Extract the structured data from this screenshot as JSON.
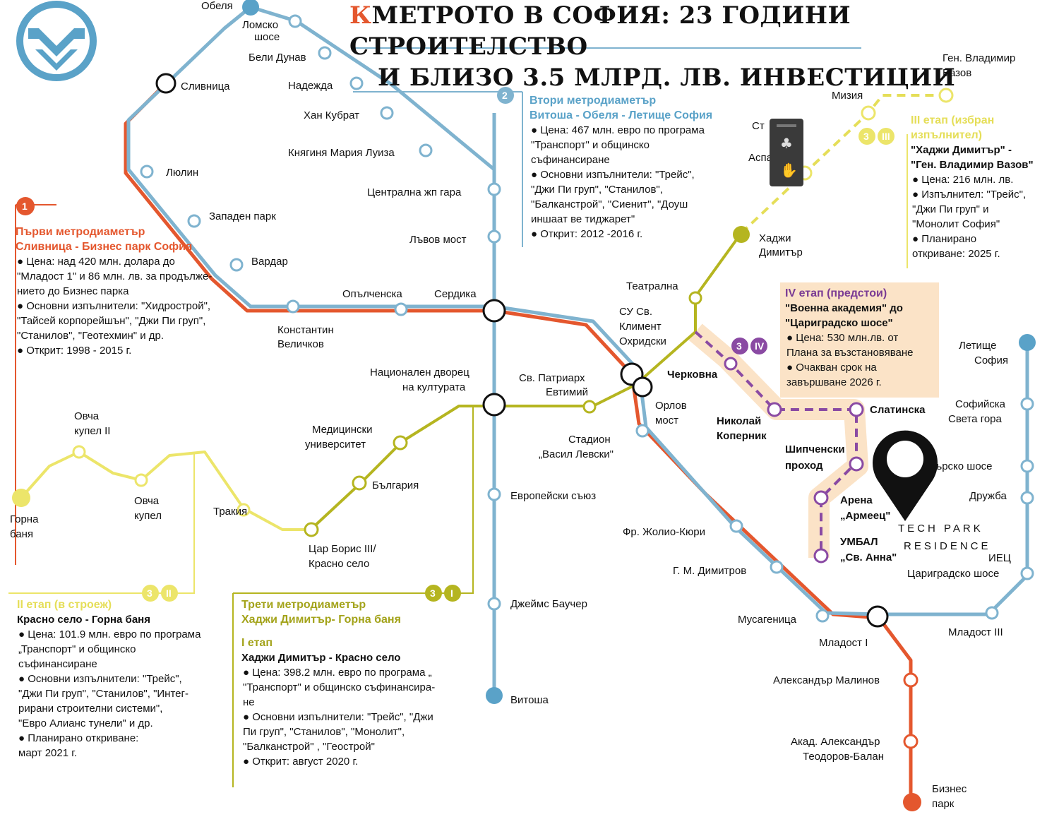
{
  "title": {
    "prefix": "К",
    "line1": "МЕТРОТО В СОФИЯ: 23 ГОДИНИ СТРОИТЕЛСТВО",
    "line2": "И БЛИЗО 3.5 МЛРД. ЛВ. ИНВЕСТИЦИИ"
  },
  "colors": {
    "line1": "#e4572e",
    "line2": "#7fb3cf",
    "line3": "#b5b520",
    "line3_stage2": "#ece56a",
    "line3_stage4": "#8a4aa3",
    "stage4_bg": "#fbe3c7"
  },
  "logo": {
    "icon": "metro-logo-icon"
  },
  "line1_info": {
    "badge": "1",
    "heading": "Първи метродиаметър",
    "route": "Сливница - Бизнес парк София",
    "bullets": [
      "● Цена: над 420 млн. долара до",
      "\"Младост 1\" и 86 млн. лв. за продълже-",
      "нието до Бизнес парка",
      "● Основни изпълнители: \"Хидрострой\",",
      "\"Тайсей корпорейшън\", \"Джи Пи груп\",",
      "\"Станилов\", \"Геотехмин\" и др.",
      "● Открит: 1998 - 2015 г."
    ]
  },
  "line2_info": {
    "badge": "2",
    "heading": "Втори метродиаметър",
    "route": "Витоша - Обеля - Летище София",
    "bullets": [
      "● Цена: 467 млн. евро по програма",
      "\"Транспорт\" и общинско",
      "съфинансиране",
      "● Основни изпълнители: \"Трейс\",",
      "\"Джи Пи груп\", \"Станилов\",",
      "\"Балканстрой\", \"Сиенит\", \"Доуш",
      "иншаат ве тиджарет\"",
      "● Открит: 2012 -2016 г."
    ]
  },
  "line3_stage3_info": {
    "badge": "3 III",
    "heading": "III етап (избран",
    "heading2": "изпълнител)",
    "route": "\"Хаджи Димитър\" -",
    "route2": "\"Ген. Владимир Вазов\"",
    "bullets": [
      "● Цена: 216 млн. лв.",
      "● Изпълнител: \"Трейс\",",
      "\"Джи Пи груп\" и",
      "\"Монолит София\"",
      "● Планирано",
      "откриване: 2025 г."
    ]
  },
  "line3_stage4_info": {
    "badge": "3 IV",
    "heading": "IV етап (предстои)",
    "route": "\"Военна академия\" до",
    "route2": "\"Цариградско шосе\"",
    "bullets": [
      "● Цена: 530 млн.лв. от",
      "Плана за възстановяване",
      "● Очакван срок на",
      "завършване 2026 г."
    ]
  },
  "line3_stage2_info": {
    "badge": "3 II",
    "heading": "II етап (в строеж)",
    "route": "Красно село - Горна баня",
    "bullets": [
      "● Цена: 101.9 млн. евро по програма",
      "„Транспорт\" и общинско",
      "съфинансиране",
      "● Основни изпълнители: \"Трейс\",",
      "\"Джи Пи груп\", \"Станилов\", \"Интег-",
      "рирани строителни системи\",",
      "\"Евро Алианс тунели\" и др.",
      "● Планирано откриване:",
      "март 2021 г."
    ]
  },
  "line3_info": {
    "badge": "3 I",
    "heading": "Трети метродиаметър",
    "route": "Хаджи Димитър- Горна баня",
    "stage": "I етап",
    "stage_route": "Хаджи Димитър - Красно село",
    "bullets": [
      "● Цена: 398.2 млн. евро по програма „",
      "\"Транспорт\" и общинско съфинансира-",
      "не",
      "● Основни изпълнители: \"Трейс\", \"Джи",
      "Пи груп\", \"Станилов\", \"Монолит\",",
      "\"Балканстрой\" , \"Геострой\"",
      "● Открит: август 2020 г."
    ]
  },
  "stations": {
    "obelya": "Обеля",
    "lomsko": "Ломско",
    "lomsko2": "шосе",
    "beli_dunav": "Бели Дунав",
    "nadezhda": "Надежда",
    "han_kubrat": "Хан Кубрат",
    "knyaginya": "Княгиня Мария Луиза",
    "central_station": "Централна жп гара",
    "lavov_most": "Лъвов мост",
    "serdika": "Сердика",
    "slivnitsa": "Сливница",
    "lyulin": "Люлин",
    "zapaden_park": "Западен парк",
    "vardar": "Вардар",
    "opalchenska": "Опълченска",
    "konstantin": "Константин",
    "velichkov": "Величков",
    "ndk": "Национален дворец",
    "ndk2": "на културата",
    "sv_patriarh": "Св. Патриарх",
    "evtimiy": "Евтимий",
    "sofia_univ": "СУ Св.",
    "sofia_univ2": "Климент",
    "sofia_univ3": "Охридски",
    "teatralna": "Театрална",
    "hadzhi": "Хаджи",
    "hadzhi2": "Димитър",
    "miziya": "Мизия",
    "vazov": "Ген. Владимир",
    "vazov2": "Вазов",
    "stadion": "Стадион",
    "stadion2": "„Васил Левски\"",
    "orlov": "Орлов",
    "orlov2": "мост",
    "cherkovna": "Черковна",
    "kopernik": "Николай",
    "kopernik2": "Коперник",
    "slatinska": "Слатинска",
    "shipchenski": "Шипченски",
    "shipchenski2": "проход",
    "arena": "Арена",
    "arena2": "„Армеец\"",
    "umbal": "УМБАЛ",
    "umbal2": "„Св. Анна\"",
    "meduniv": "Медицински",
    "meduniv2": "университет",
    "bulgaria": "България",
    "tsar_boris": "Цар Борис III/",
    "krasno_selo": "Красно село",
    "trakiya": "Тракия",
    "ovcha_kupel": "Овча",
    "ovcha_kupel2": "купел",
    "ovcha_kupel_ii": "Овча",
    "ovcha_kupel_ii2": "купел II",
    "gorna_banya": "Горна",
    "gorna_banya2": "баня",
    "evropeyski": "Европейски съюз",
    "james": "Джеймс Баучер",
    "vitosha": "Витоша",
    "zholio": "Фр. Жолио-Кюри",
    "gm_dimitrov": "Г. М. Димитров",
    "musagenitsa": "Мусагеница",
    "mladost1": "Младост I",
    "malinov": "Александър Малинов",
    "teodorov": "Акад. Александър",
    "teodorov2": "Теодоров-Балан",
    "biznes": "Бизнес",
    "biznes2": "парк",
    "letishte": "Летище",
    "letishte2": "София",
    "sv_gora": "Софийска",
    "sv_gora2": "Света гора",
    "iskarsko": "Искърско шосе",
    "druzhba": "Дружба",
    "iets": "ИЕЦ",
    "tsarigradsko": "Цариградско шосе",
    "mladost3": "Младост III",
    "aspar_partial": "Аспа",
    "st_partial": "Ст"
  },
  "overlay": {
    "brand": "TECH PARK",
    "brand2": "RESIDENCE",
    "pin_icon": "location-pin-icon",
    "widget_icon": "dark-floating-widget-icon"
  }
}
